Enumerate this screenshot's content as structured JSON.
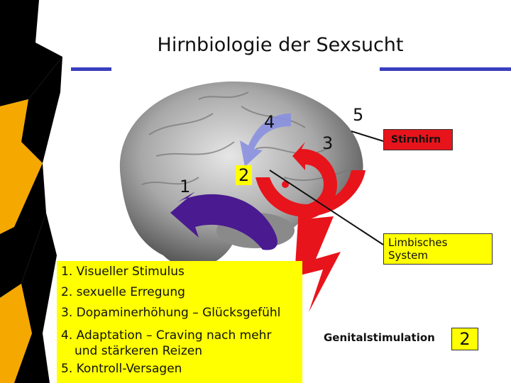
{
  "title": "Hirnbiologie der Sexsucht",
  "colors": {
    "accent_blue": "#3a3fbf",
    "highlight_yellow": "#ffff00",
    "alert_red": "#e8141b",
    "left_band_orange": "#f5a800"
  },
  "markers": {
    "one": "1",
    "two": "2",
    "three": "3",
    "four": "4",
    "five": "5"
  },
  "labels": {
    "frontal": "Stirnhirn",
    "limbic": "Limbisches System",
    "genital": "Genitalstimulation",
    "genital_number": "2"
  },
  "list": {
    "item1": "1. Visueller Stimulus",
    "item2": "2. sexuelle Erregung",
    "item3": "3. Dopaminerhöhung – Glücksgefühl",
    "item4_line1": "4. Adaptation – Craving nach mehr",
    "item4_line2": "und stärkeren Reizen",
    "item5": "5. Kontroll-Versagen"
  }
}
